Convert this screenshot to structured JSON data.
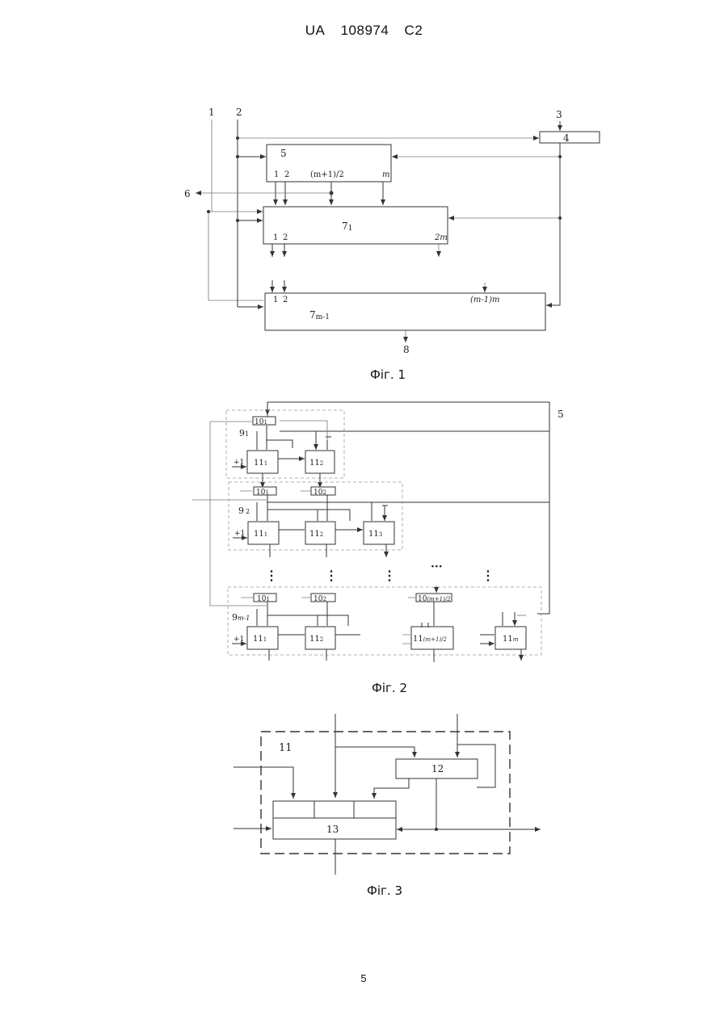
{
  "header": {
    "country": "UA",
    "number": "108974",
    "kind": "C2"
  },
  "fig1": {
    "caption": "Фіг. 1",
    "inputs": {
      "i1": "1",
      "i2": "2",
      "i3": "3"
    },
    "block4": "4",
    "block5": {
      "label": "5",
      "p1": "1",
      "p2": "2",
      "pmid": "(m+1)/2",
      "pend": "m"
    },
    "out6": "6",
    "block7_1": {
      "label": "7",
      "sub": "1",
      "p1": "1",
      "p2": "2",
      "pend": "2m"
    },
    "block7_m1": {
      "label": "7",
      "sub": "m-1",
      "p1": "1",
      "p2": "2",
      "pend": "(m-1)m"
    },
    "out8": "8"
  },
  "fig2": {
    "caption": "Фіг. 2",
    "label5": "5",
    "stage1": {
      "label": "9",
      "sub": "1",
      "reg": "10",
      "reg_sub": "1",
      "c1": "11",
      "c1_sub": "1",
      "c2": "11",
      "c2_sub": "2",
      "plus": "+1"
    },
    "stage2": {
      "label": "9",
      "sub": "2",
      "reg1": "10",
      "reg1_sub": "1",
      "reg2": "10",
      "reg2_sub": "2",
      "c1": "11",
      "c1_sub": "1",
      "c2": "11",
      "c2_sub": "2",
      "c3": "11",
      "c3_sub": "3",
      "plus": "+1"
    },
    "dots": "⋮",
    "hdots": "···",
    "stage3": {
      "label": "9",
      "sub": "m-1",
      "reg1": "10",
      "reg1_sub": "1",
      "reg2": "10",
      "reg2_sub": "2",
      "reg3": "10",
      "reg3_sub": "(m+1)/2",
      "c1": "11",
      "c1_sub": "1",
      "c2": "11",
      "c2_sub": "2",
      "c3": "11",
      "c3_sub": "(m+1)/2",
      "c4": "11",
      "c4_sub": "m",
      "plus": "+1"
    }
  },
  "fig3": {
    "caption": "Фіг. 3",
    "block11": "11",
    "block12": "12",
    "block13": "13"
  },
  "page_number": "5"
}
